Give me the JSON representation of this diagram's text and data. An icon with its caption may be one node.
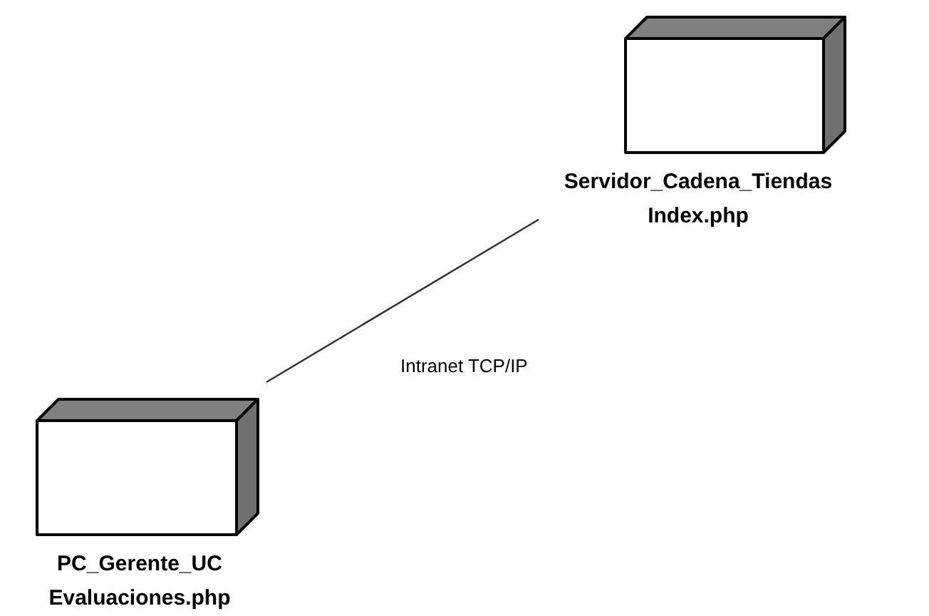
{
  "diagram": {
    "nodes": [
      {
        "text": [
          "Servidor_Cadena_Tiendas",
          "Index.php"
        ]
      },
      {
        "text": [
          "PC_Gerente_UC",
          "Evaluaciones.php"
        ]
      }
    ],
    "edges": [
      {
        "from": 1,
        "to": 0,
        "arrow": "none",
        "label": "Intranet TCP/IP"
      }
    ]
  }
}
